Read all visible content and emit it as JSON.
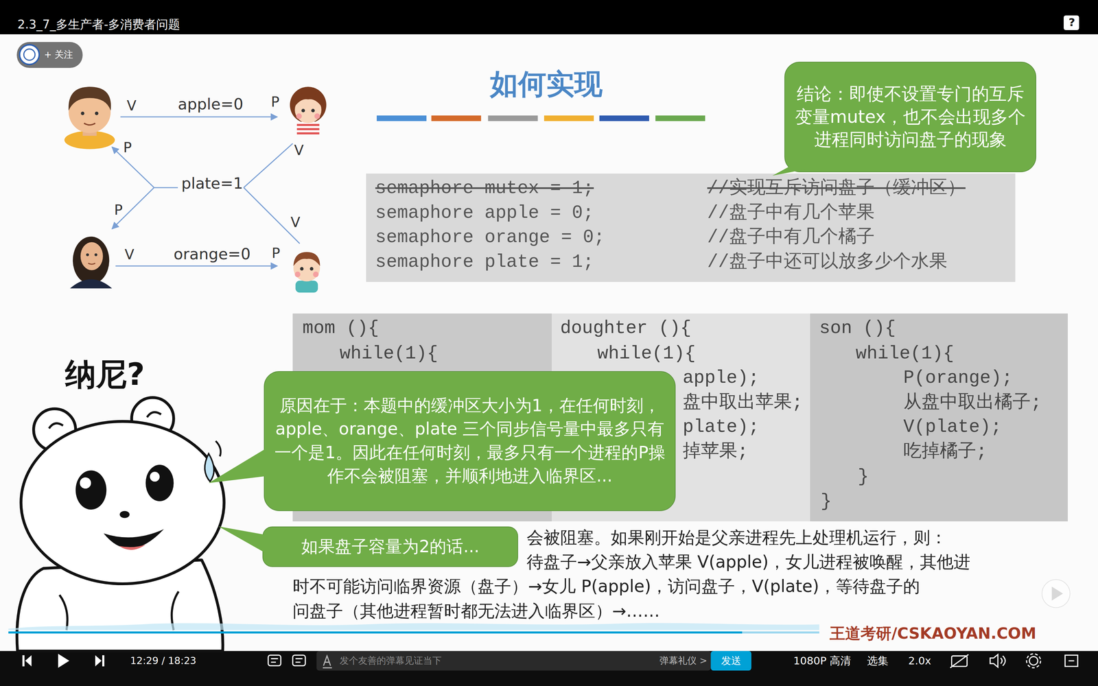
{
  "diagram": {
    "title": "如何实现",
    "nodes": [
      {
        "text": [
          "结论：即使不设置专门的互斥变量mutex，也不会出现多个进程同时访问盘子的现象"
        ]
      },
      {
        "text": [
          "semaphore mutex = 1;",
          "//实现互斥访问盘子（缓冲区）",
          "semaphore apple = 0;",
          "//盘子中有几个苹果",
          "semaphore orange = 0;",
          "//盘子中有几个橘子",
          "semaphore plate = 1;",
          "//盘子中还可以放多少个水果"
        ]
      },
      {
        "text": [
          "mom (){",
          "while(1){"
        ]
      },
      {
        "text": [
          "doughter (){",
          "while(1){",
          "apple);",
          "盘中取出苹果;",
          "plate);",
          "掉苹果;"
        ]
      },
      {
        "text": [
          "son (){",
          "while(1){",
          "P(orange);",
          "从盘中取出橘子;",
          "V(plate);",
          "吃掉橘子;",
          "}",
          "}"
        ]
      },
      {
        "text": [
          "原因在于：本题中的缓冲区大小为1，在任何时刻，apple、orange、plate 三个同步信号量中最多只有一个是1。因此在任何时刻，最多只有一个进程的P操作不会被阻塞，并顺利地进入临界区..."
        ]
      },
      {
        "text": [
          "如果盘子容量为2的话..."
        ]
      }
    ],
    "labels": [
      "2.3_7_多生产者-多消费者问题",
      "?",
      "+ 关注",
      "V",
      "apple=0",
      "P",
      "P",
      "V",
      "plate=1",
      "P",
      "V",
      "V",
      "orange=0",
      "P",
      "纳尼?",
      "会被阻塞。如果刚开始是父亲进程先上处理机运行，则：",
      "待盘子→父亲放入苹果 V(apple)，女儿进程被唤醒，其他进",
      "时不可能访问临界资源（盘子）→女儿 P(apple)，访问盘子，V(plate)，等待盘子的",
      "问盘子（其他进程暂时都无法进入临界区）→……",
      "王道考研/CSKAOYAN.COM",
      "12:29 / 18:23",
      "发个友善的弹幕见证当下",
      "弹幕礼仪 >",
      "发送",
      "1080P 高清",
      "选集",
      "2.0x"
    ]
  }
}
